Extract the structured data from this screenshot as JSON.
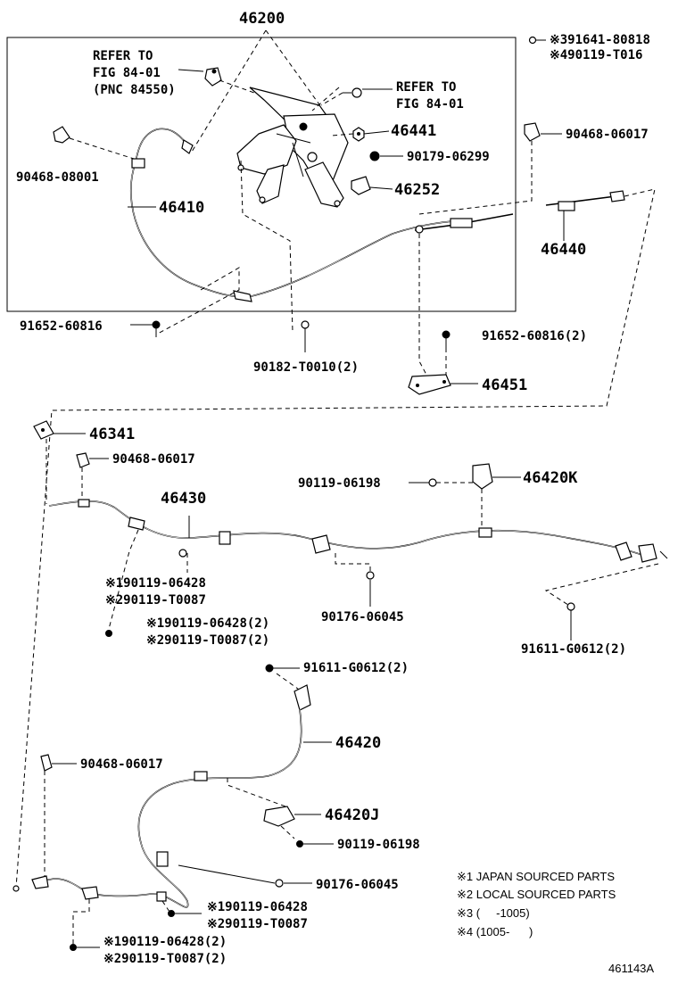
{
  "callouts": {
    "p46200": "46200",
    "p91641_80818": "※391641-80818",
    "p90119_T016": "※490119-T016",
    "refer_a_line1": "REFER TO",
    "refer_a_line2": "FIG 84-01",
    "refer_a_line3": "(PNC 84550)",
    "refer_b_line1": "REFER TO",
    "refer_b_line2": "FIG 84-01",
    "p46441": "46441",
    "p90468_06017_top": "90468-06017",
    "p90179_06299": "90179-06299",
    "p90468_08001": "90468-08001",
    "p46252": "46252",
    "p46410": "46410",
    "p46440": "46440",
    "p91652_60816_left": "91652-60816",
    "p91652_60816_2": "91652-60816(2)",
    "p90182_T0010_2": "90182-T0010(2)",
    "p46451": "46451",
    "p46341": "46341",
    "p90468_06017_mid": "90468-06017",
    "p46430": "46430",
    "p90119_06198_a": "90119-06198",
    "p46420K": "46420K",
    "p1_90119_06428_a": "※190119-06428",
    "p2_90119_T0087_a": "※290119-T0087",
    "p90176_06045_a": "90176-06045",
    "p1_90119_06428_2a": "※190119-06428(2)",
    "p2_90119_T0087_2a": "※290119-T0087(2)",
    "p91611_G0612_2a": "91611-G0612(2)",
    "p91611_G0612_2b": "91611-G0612(2)",
    "p46420": "46420",
    "p90468_06017_low": "90468-06017",
    "p46420J": "46420J",
    "p90119_06198_b": "90119-06198",
    "p90176_06045_b": "90176-06045",
    "p1_90119_06428_b": "※190119-06428",
    "p2_90119_T0087_b": "※290119-T0087",
    "p1_90119_06428_2b": "※190119-06428(2)",
    "p2_90119_T0087_2b": "※290119-T0087(2)"
  },
  "legend": {
    "note1": "※1 JAPAN SOURCED PARTS",
    "note2": "※2 LOCAL SOURCED PARTS",
    "note3": "※3 (     -1005)",
    "note4": "※4 (1005-      )"
  },
  "figure_id": "461143A"
}
